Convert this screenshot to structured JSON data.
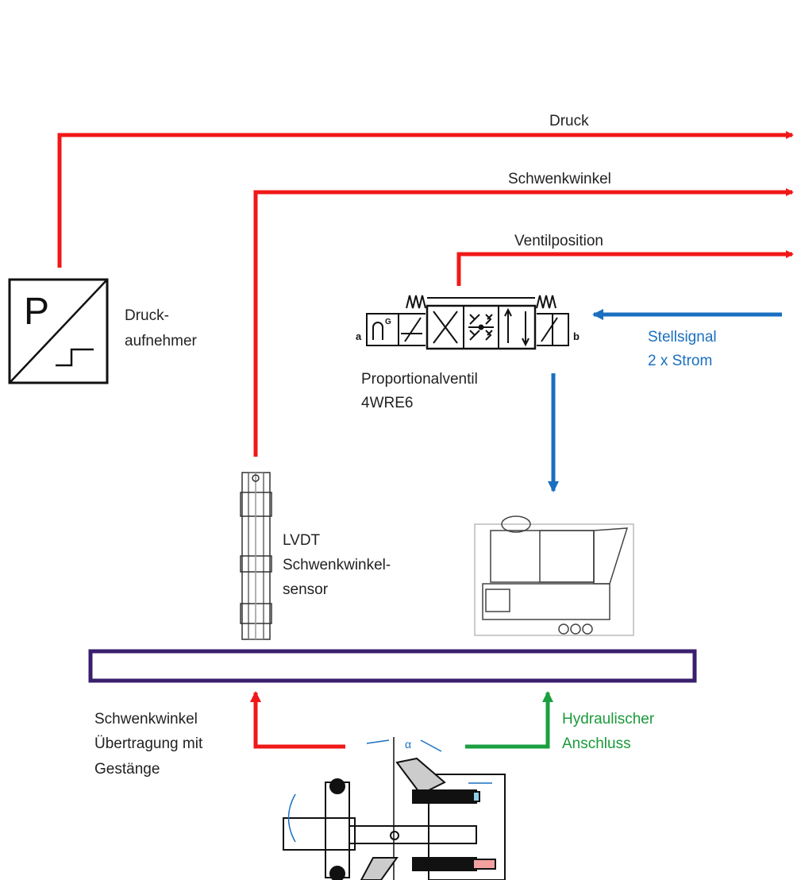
{
  "colors": {
    "signal_red": "#f01818",
    "signal_blue": "#1a6fc0",
    "signal_green": "#1aa040",
    "frame_purple": "#3a1f6e",
    "drawing_dark": "#111111",
    "drawing_grey": "#888888",
    "piston_pink": "#f2a0a0",
    "piston_blue": "#8fd0e8"
  },
  "signals": {
    "druck": "Druck",
    "schwenkwinkel": "Schwenkwinkel",
    "ventilposition": "Ventilposition"
  },
  "pressure_sensor": {
    "symbol_letter": "P",
    "label_line1": "Druck-",
    "label_line2": "aufnehmer",
    "icon": "pressure-transducer-icon"
  },
  "valve": {
    "port_a": "a",
    "port_b": "b",
    "solenoid_letter": "G",
    "label_line1": "Proportionalventil",
    "label_line2": "4WRE6",
    "icon": "proportional-valve-symbol"
  },
  "control_signal": {
    "label_line1": "Stellsignal",
    "label_line2": "2 x Strom"
  },
  "lvdt": {
    "label_line1": "LVDT",
    "label_line2": "Schwenkwinkel-",
    "label_line3": "sensor",
    "icon": "lvdt-sensor-drawing"
  },
  "linkage": {
    "label_line1": "Schwenkwinkel",
    "label_line2": "Übertragung mit",
    "label_line3": "Gestänge"
  },
  "hydraulic": {
    "label_line1": "Hydraulischer",
    "label_line2": "Anschluss"
  },
  "pump": {
    "icon": "axial-piston-pump-drawing",
    "angle_symbol": "α"
  },
  "valve_block": {
    "icon": "valve-block-drawing"
  }
}
